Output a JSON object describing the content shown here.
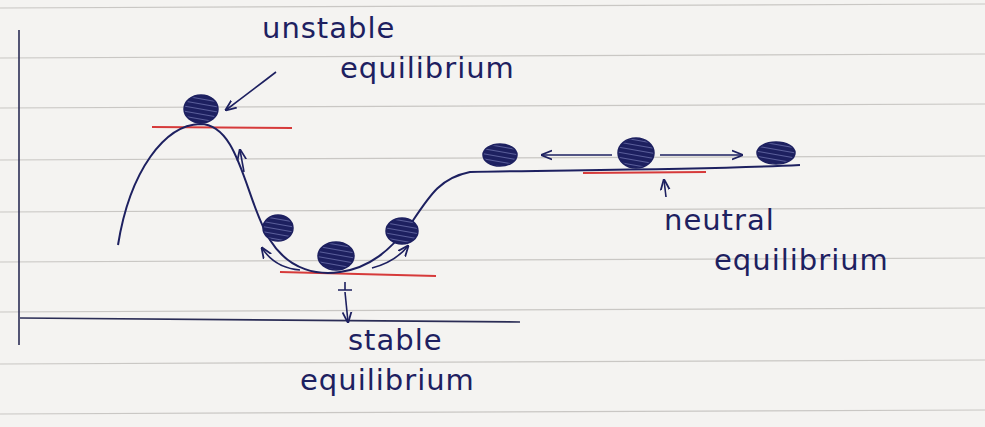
{
  "diagram": {
    "labels": [
      "unstable equilibrium",
      "stable equilibrium",
      "neutral equilibrium"
    ]
  }
}
